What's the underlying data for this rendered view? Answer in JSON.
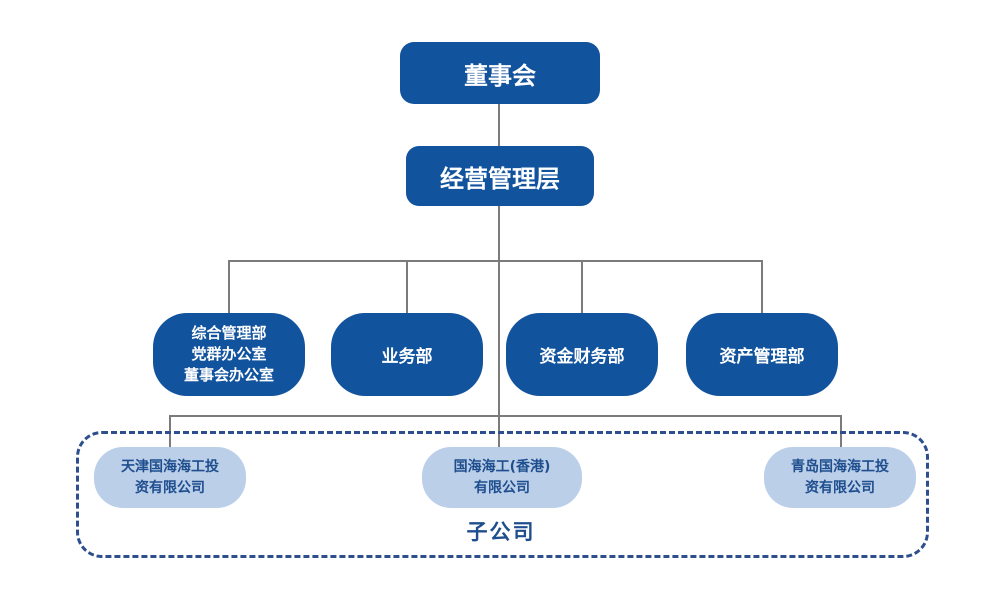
{
  "page": {
    "background": "#ffffff"
  },
  "colors": {
    "node_dark_blue": "#12539E",
    "node_light_blue": "#BCCFE9",
    "navy_text": "#1E4E8E",
    "dashed_border": "#2E4F8D",
    "connector_gray": "#7B7B7B",
    "node_text_white": "#FFFFFF"
  },
  "org_chart": {
    "root": {
      "label": "董事会"
    },
    "management": {
      "label": "经营管理层"
    },
    "departments": [
      {
        "label": "综合管理部\n党群办公室\n董事会办公室"
      },
      {
        "label": "业务部"
      },
      {
        "label": "资金财务部"
      },
      {
        "label": "资产管理部"
      }
    ],
    "subsidiaries": {
      "group_label": "子公司",
      "items": [
        {
          "label": "天津国海海工投\n资有限公司"
        },
        {
          "label": "国海海工(香港)\n有限公司"
        },
        {
          "label": "青岛国海海工投\n资有限公司"
        }
      ]
    }
  }
}
